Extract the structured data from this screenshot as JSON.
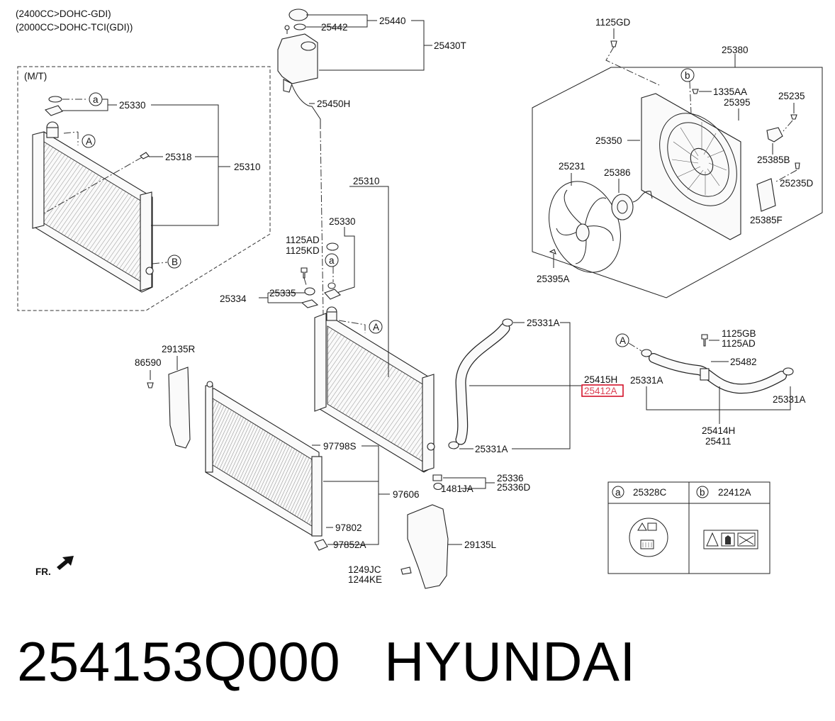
{
  "engine_notes": [
    "(2400CC>DOHC-GDI)",
    "(2000CC>DOHC-TCI(GDI))"
  ],
  "mt_label": "(M/T)",
  "part_labels": {
    "p25440": "25440",
    "p25442": "25442",
    "p25430T": "25430T",
    "p25450H": "25450H",
    "mt25330": "25330",
    "mt25318": "25318",
    "mt25310": "25310",
    "p25310": "25310",
    "p25330": "25330",
    "p1125AD": "1125AD",
    "p1125KD": "1125KD",
    "p25335": "25335",
    "p25334": "25334",
    "p1125GD": "1125GD",
    "p25380": "25380",
    "p1335AA": "1335AA",
    "p25395": "25395",
    "p25235": "25235",
    "p25350": "25350",
    "p25231": "25231",
    "p25386": "25386",
    "p25385B": "25385B",
    "p25235D": "25235D",
    "p25385F": "25385F",
    "p25395A": "25395A",
    "p25331A_top": "25331A",
    "p25415H": "25415H",
    "p25412A": "25412A",
    "p25331A_bottom": "25331A",
    "p1125GB": "1125GB",
    "p1125AD_r": "1125AD",
    "p25482": "25482",
    "p25331A_r1": "25331A",
    "p25331A_r2": "25331A",
    "p25414H": "25414H",
    "p25411": "25411",
    "p29135R": "29135R",
    "p86590": "86590",
    "p97798S": "97798S",
    "p97606": "97606",
    "p97802": "97802",
    "p97852A": "97852A",
    "p25336": "25336",
    "p25336D": "25336D",
    "p1481JA": "1481JA",
    "p29135L": "29135L",
    "p1249JC": "1249JC",
    "p1244KE": "1244KE"
  },
  "callouts": {
    "a": "a",
    "b": "b",
    "A": "A",
    "B": "B"
  },
  "legend": {
    "a_letter": "a",
    "a_part": "25328C",
    "b_letter": "b",
    "b_part": "22412A"
  },
  "direction_label": "FR.",
  "highlight_color": "#d0021b",
  "footer": {
    "part_number": "254153Q000",
    "brand": "HYUNDAI"
  }
}
